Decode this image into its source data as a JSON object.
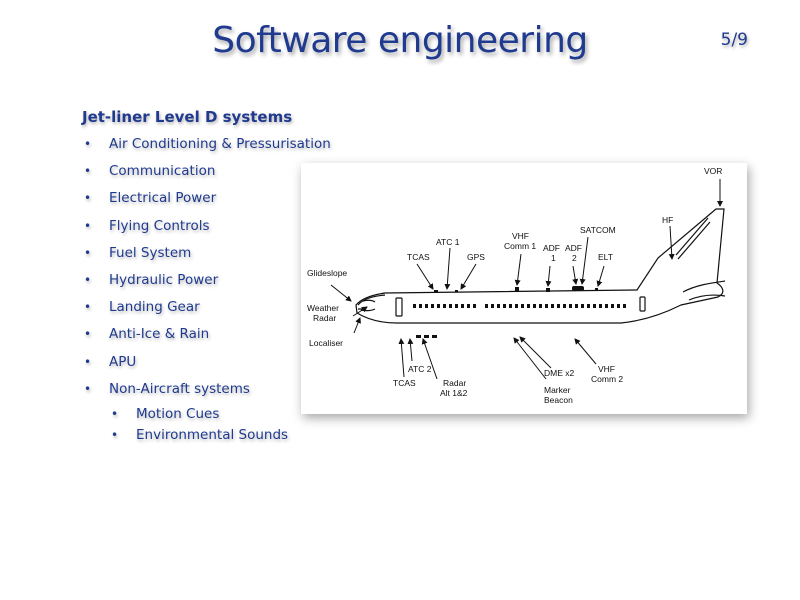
{
  "slide": {
    "title": "Software engineering",
    "page_number": "5/9",
    "heading": "Jet-liner Level D systems",
    "bullet_glyph": "•",
    "items": [
      "Air Conditioning & Pressurisation",
      "Communication",
      "Electrical Power",
      "Flying Controls",
      "Fuel System",
      "Hydraulic Power",
      "Landing Gear",
      "Anti-Ice & Rain",
      "APU",
      "Non-Aircraft systems"
    ],
    "subitems": [
      "Motion Cues",
      "Environmental Sounds"
    ]
  },
  "diagram": {
    "labels": {
      "vor": "VOR",
      "hf": "HF",
      "satcom": "SATCOM",
      "atc1": "ATC 1",
      "vhf1_a": "VHF",
      "vhf1_b": "Comm 1",
      "adf1_a": "ADF",
      "adf1_b": "1",
      "adf2_a": "ADF",
      "adf2_b": "2",
      "tcas_top": "TCAS",
      "gps": "GPS",
      "elt": "ELT",
      "glideslope": "Glideslope",
      "weather_a": "Weather",
      "weather_b": "Radar",
      "localiser": "Localiser",
      "atc2": "ATC 2",
      "tcas_bottom": "TCAS",
      "radar_a": "Radar",
      "radar_b": "Alt 1&2",
      "dme": "DME x2",
      "marker_a": "Marker",
      "marker_b": "Beacon",
      "vhf2_a": "VHF",
      "vhf2_b": "Comm 2"
    }
  }
}
